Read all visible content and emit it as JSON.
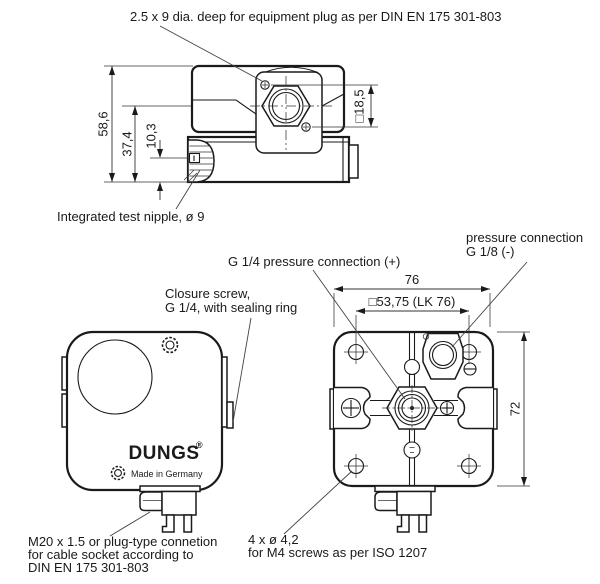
{
  "drawing": {
    "title_note": "2.5 x 9 dia. deep for equipment plug as per DIN EN 175 301-803",
    "annotations": {
      "equipment_plug": "2.5 x 9 dia. deep for equipment plug as per DIN EN 175 301-803",
      "test_nipple": "Integrated test nipple, ø 9",
      "pressure_neg_line1": "pressure connection",
      "pressure_neg_line2": "G 1/8 (-)",
      "pressure_pos": "G 1/4 pressure connection (+)",
      "closure_line1": "Closure screw,",
      "closure_line2": "G 1/4, with sealing ring",
      "m20_line1": "M20 x 1.5 or plug-type connetion",
      "m20_line2": "for cable socket according to",
      "m20_line3": "DIN EN 175 301-803",
      "m4_line1": "4 x ø 4,2",
      "m4_line2": "for M4 screws as per ISO 1207"
    },
    "dimensions": {
      "height_total": "58,6",
      "height_mid": "37,4",
      "height_nipple": "10,3",
      "plug_square": "□18,5",
      "width_total": "76",
      "bolt_square": "□53,75 (LK 76)",
      "height_body": "72"
    },
    "branding": {
      "logo": "DUNGS",
      "registered": "®",
      "made_in": "Made in Germany"
    },
    "colors": {
      "line": "#1a1a1a",
      "background": "#ffffff"
    }
  }
}
